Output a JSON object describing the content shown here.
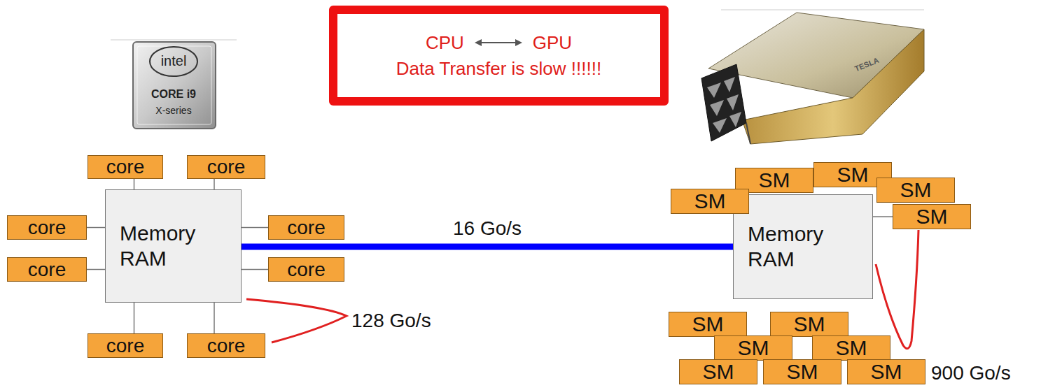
{
  "diagram": {
    "nodes": [
      {
        "text": [
          "CPU",
          "GPU",
          "Data Transfer is slow !!!!!!"
        ]
      },
      {
        "text": [
          "Memory RAM"
        ]
      },
      {
        "text": [
          "core"
        ]
      },
      {
        "text": [
          "core"
        ]
      },
      {
        "text": [
          "core"
        ]
      },
      {
        "text": [
          "core"
        ]
      },
      {
        "text": [
          "core"
        ]
      },
      {
        "text": [
          "core"
        ]
      },
      {
        "text": [
          "core"
        ]
      },
      {
        "text": [
          "core"
        ]
      },
      {
        "text": [
          "Memory RAM"
        ]
      },
      {
        "text": [
          "SM"
        ]
      },
      {
        "text": [
          "SM"
        ]
      },
      {
        "text": [
          "SM"
        ]
      },
      {
        "text": [
          "SM"
        ]
      },
      {
        "text": [
          "SM"
        ]
      },
      {
        "text": [
          "SM"
        ]
      },
      {
        "text": [
          "SM"
        ]
      },
      {
        "text": [
          "SM"
        ]
      },
      {
        "text": [
          "SM"
        ]
      },
      {
        "text": [
          "SM"
        ]
      },
      {
        "text": [
          "SM"
        ]
      },
      {
        "text": [
          "SM"
        ]
      }
    ],
    "edges": [
      {
        "from": 2,
        "to": 1,
        "arrow": "none"
      },
      {
        "from": 3,
        "to": 1,
        "arrow": "none"
      },
      {
        "from": 4,
        "to": 1,
        "arrow": "none"
      },
      {
        "from": 5,
        "to": 1,
        "arrow": "none"
      },
      {
        "from": 6,
        "to": 1,
        "arrow": "none"
      },
      {
        "from": 7,
        "to": 1,
        "arrow": "none"
      },
      {
        "from": 8,
        "to": 1,
        "arrow": "none"
      },
      {
        "from": 9,
        "to": 1,
        "arrow": "none"
      },
      {
        "from": 1,
        "to": 10,
        "label": "16 Go/s",
        "arrow": "none"
      },
      {
        "from": 15,
        "to": 10,
        "arrow": "none"
      }
    ],
    "labels": [
      "intel",
      "CORE i9",
      "X-series",
      "TESLA",
      "128 Go/s",
      "900 Go/s"
    ]
  }
}
